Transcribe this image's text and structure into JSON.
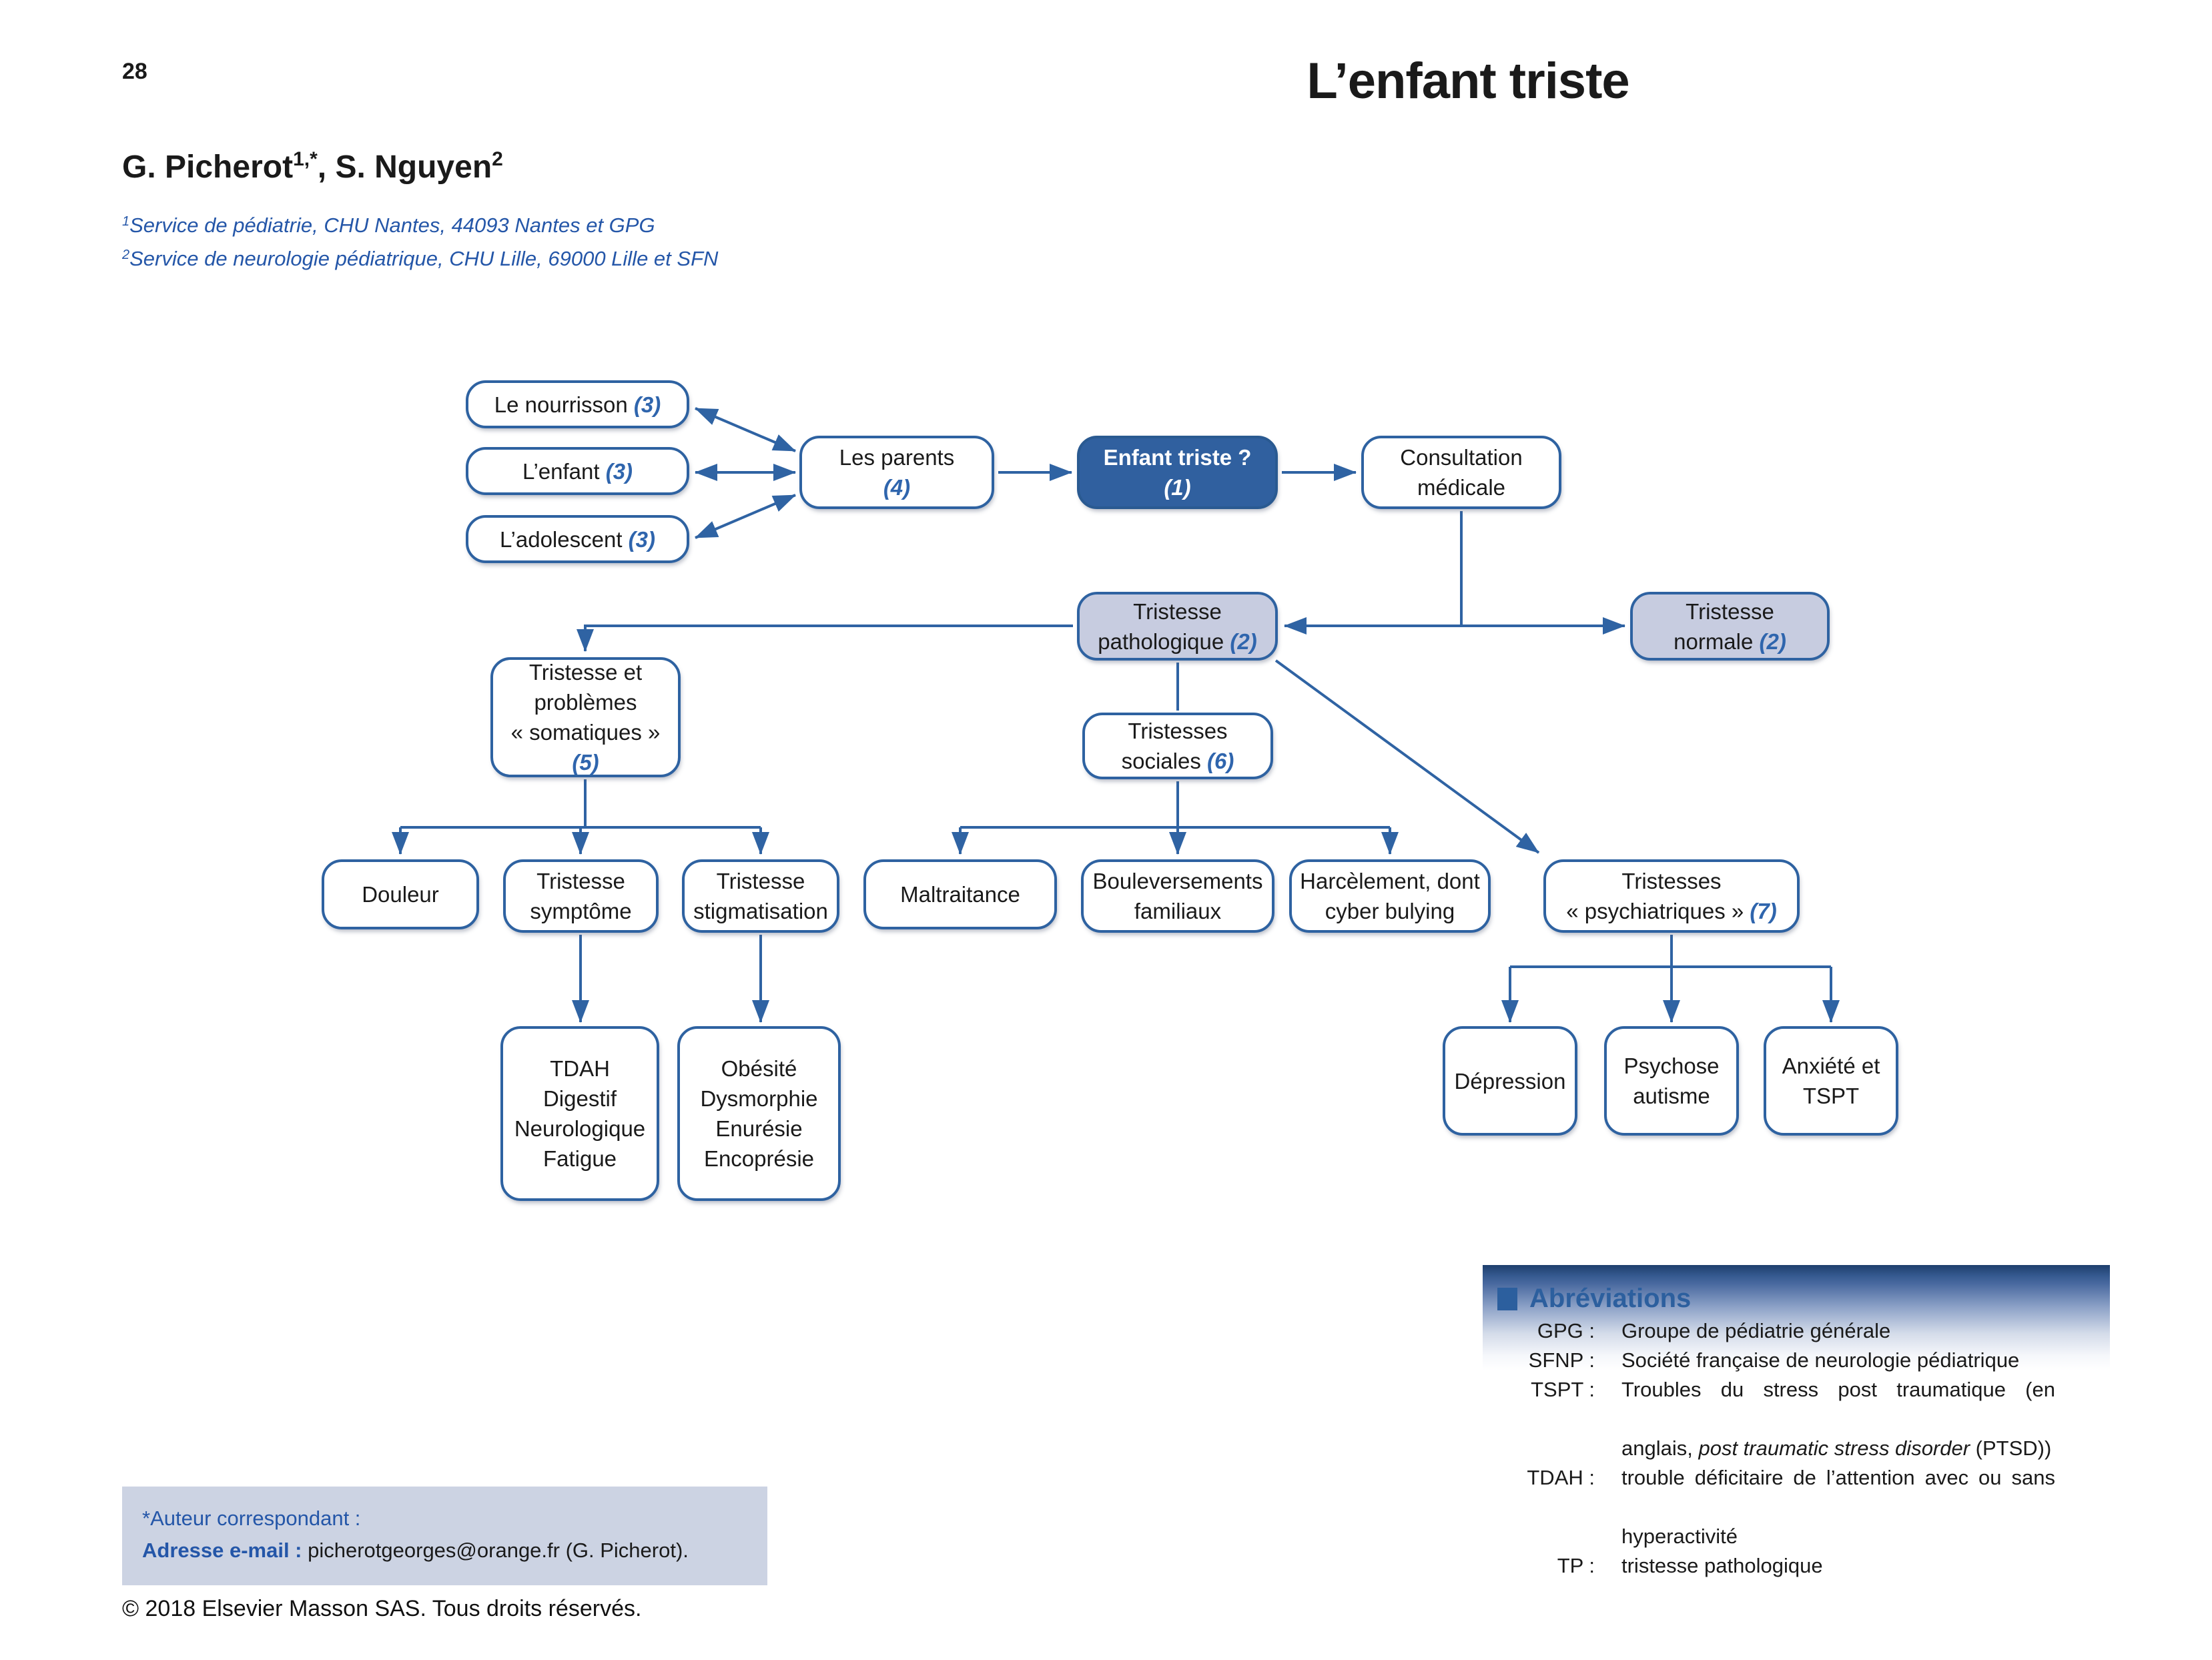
{
  "page": {
    "number": "28",
    "copyright": "© 2018 Elsevier Masson SAS. Tous droits réservés."
  },
  "header": {
    "title": "L’enfant triste",
    "authors": [
      {
        "name": "G. Picherot",
        "sup": "1,*"
      },
      {
        "name": ", S. Nguyen",
        "sup": "2"
      }
    ],
    "affiliations": [
      {
        "sup": "1",
        "text": "Service de pédiatrie, CHU Nantes, 44093 Nantes et GPG"
      },
      {
        "sup": "2",
        "text": "Service de neurologie pédiatrique, CHU Lille, 69000 Lille et SFN"
      }
    ]
  },
  "diagram": {
    "nodes": {
      "nourrisson": {
        "label": "Le nourrisson ",
        "num": "(3)"
      },
      "enfant": {
        "label": "L’enfant ",
        "num": "(3)"
      },
      "adolescent": {
        "label": "L’adolescent ",
        "num": "(3)"
      },
      "parents": {
        "label": "Les parents\n",
        "num": "(4)"
      },
      "enfant_triste": {
        "label": "Enfant triste ?\n",
        "num": "(1)"
      },
      "consultation": {
        "label": "Consultation\nmédicale"
      },
      "patho": {
        "label": "Tristesse\npathologique ",
        "num": "(2)"
      },
      "normale": {
        "label": "Tristesse\nnormale ",
        "num": "(2)"
      },
      "somatiques": {
        "label": "Tristesse et\nproblèmes\n« somatiques »\n",
        "num": "(5)"
      },
      "sociales": {
        "label": "Tristesses\nsociales ",
        "num": "(6)"
      },
      "douleur": {
        "label": "Douleur"
      },
      "symptome": {
        "label": "Tristesse\nsymptôme"
      },
      "stigmatisation": {
        "label": "Tristesse\nstigmatisation"
      },
      "maltraitance": {
        "label": "Maltraitance"
      },
      "bouleversements": {
        "label": "Bouleversements\nfamiliaux"
      },
      "harcelement": {
        "label": "Harcèlement, dont\ncyber bulying"
      },
      "psychiatriques": {
        "label": "Tristesses\n« psychiatriques » ",
        "num": "(7)"
      },
      "tdah": {
        "label": "TDAH\nDigestif\nNeurologique\nFatigue"
      },
      "obesite": {
        "label": "Obésité\nDysmorphie\nEnurésie\nEncoprésie"
      },
      "depression": {
        "label": "Dépression"
      },
      "psychose": {
        "label": "Psychose\nautisme"
      },
      "anxiete": {
        "label": "Anxiété et\nTSPT"
      }
    },
    "colors": {
      "line_blue": "#2f63a3",
      "dark_fill": "#30609f",
      "light_fill": "#c7cce0",
      "number_blue": "#2f65ad"
    }
  },
  "abbreviations": {
    "title": "Abréviations",
    "items": [
      {
        "abbr": "GPG :",
        "def": "Groupe de pédiatrie générale"
      },
      {
        "abbr": "SFNP :",
        "def": "Société française de neurologie pédiatrique"
      },
      {
        "abbr": "TSPT :",
        "line1": "Troubles du stress post traumatique (en",
        "line2_before": "anglais, ",
        "line2_italic": "post traumatic stress disorder",
        "line2_after": " (PTSD))"
      },
      {
        "abbr": "TDAH :",
        "line1": "trouble déficitaire de l’attention avec ou sans",
        "line2": "hyperactivité"
      },
      {
        "abbr": "TP :",
        "def": "tristesse pathologique"
      }
    ]
  },
  "correspondence": {
    "line1": "*Auteur correspondant :",
    "email_label": "Adresse e-mail :",
    "email_value": " picherotgeorges@orange.fr (G. Picherot)."
  }
}
